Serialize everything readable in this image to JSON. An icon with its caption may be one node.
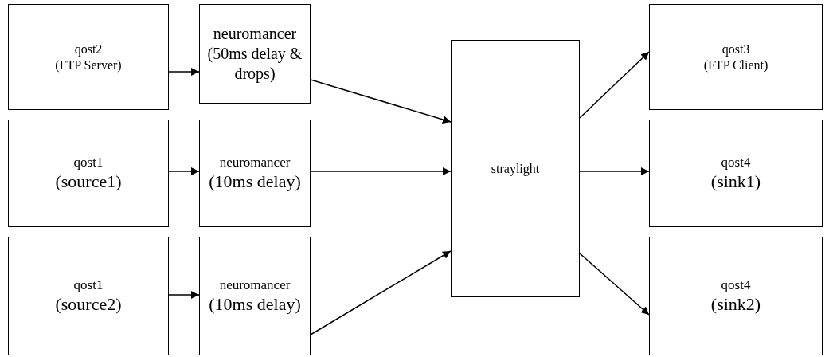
{
  "diagram": {
    "nodes": [
      {
        "text": [
          "qost2",
          "(FTP Server)"
        ]
      },
      {
        "text": [
          "neuromancer",
          "(50ms delay & drops)"
        ]
      },
      {
        "text": [
          "straylight"
        ]
      },
      {
        "text": [
          "qost3",
          "(FTP Client)"
        ]
      },
      {
        "text": [
          "qost1",
          "(source1)"
        ]
      },
      {
        "text": [
          "neuromancer",
          "(10ms delay)"
        ]
      },
      {
        "text": [
          "qost4",
          "(sink1)"
        ]
      },
      {
        "text": [
          "qost1",
          "(source2)"
        ]
      },
      {
        "text": [
          "neuromancer",
          "(10ms delay)"
        ]
      },
      {
        "text": [
          "qost4",
          "(sink2)"
        ]
      }
    ],
    "edges": [
      {
        "from": 0,
        "to": 1,
        "arrow": "to"
      },
      {
        "from": 1,
        "to": 2,
        "arrow": "to"
      },
      {
        "from": 2,
        "to": 3,
        "arrow": "to"
      },
      {
        "from": 4,
        "to": 5,
        "arrow": "to"
      },
      {
        "from": 5,
        "to": 2,
        "arrow": "to"
      },
      {
        "from": 2,
        "to": 6,
        "arrow": "to"
      },
      {
        "from": 7,
        "to": 8,
        "arrow": "to"
      },
      {
        "from": 8,
        "to": 2,
        "arrow": "to"
      },
      {
        "from": 2,
        "to": 9,
        "arrow": "to"
      }
    ]
  }
}
